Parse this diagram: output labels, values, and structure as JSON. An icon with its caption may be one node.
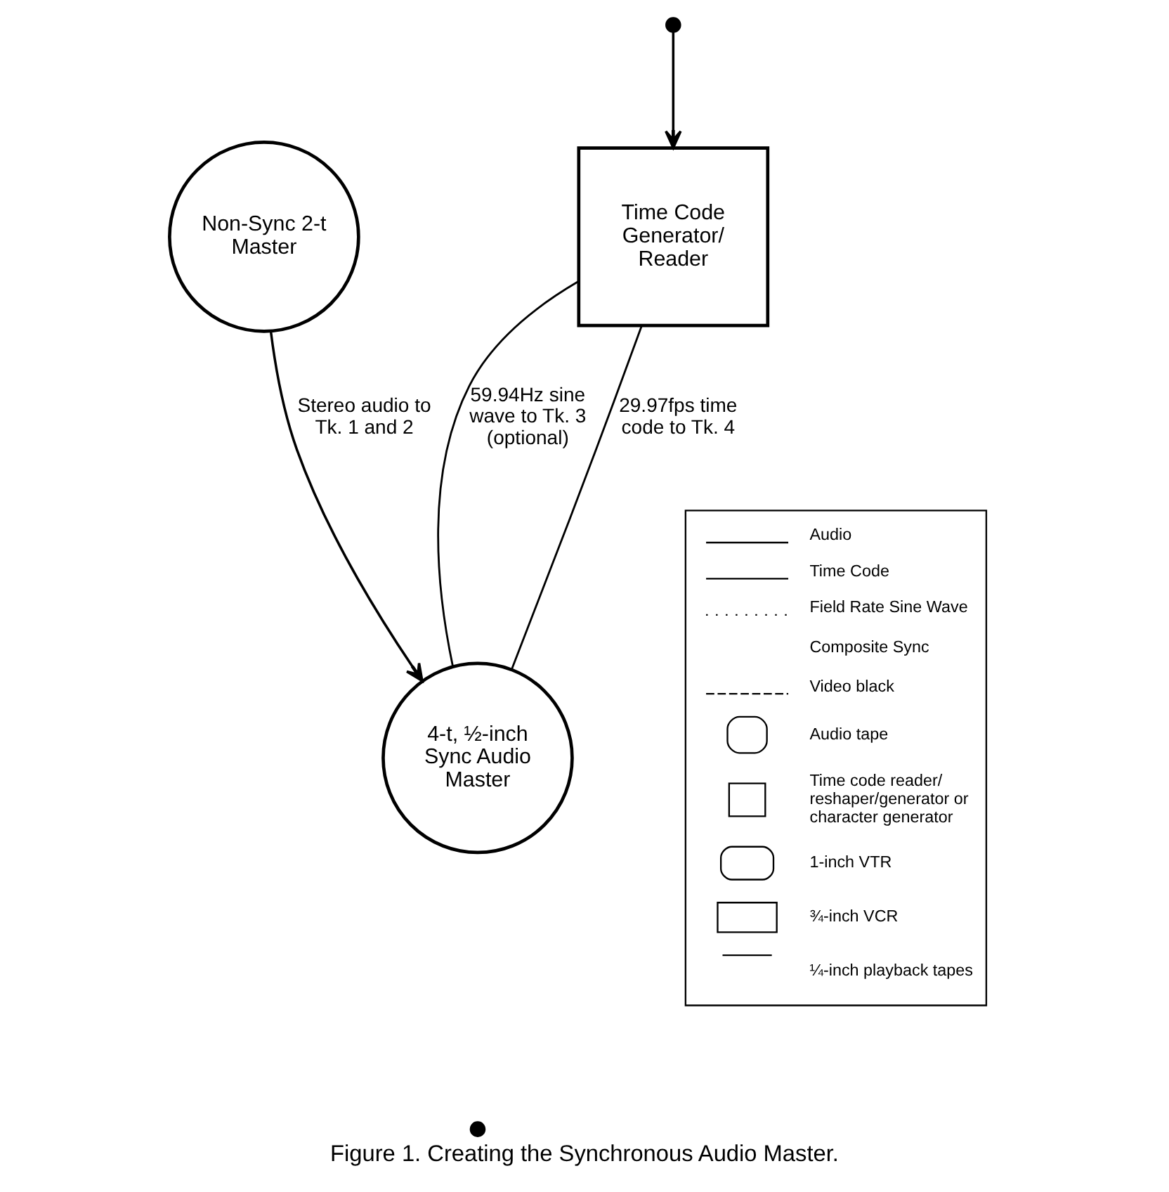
{
  "diagram": {
    "caption": "Figure 1. Creating the Synchronous Audio Master.",
    "nodes": [
      {
        "text": [
          "Non-Sync 2-t Master"
        ]
      },
      {
        "text": [
          "Time Code Generator/ Reader"
        ]
      },
      {
        "text": [
          "4-t, ½-inch Sync Audio Master"
        ]
      },
      {
        "text": [],
        "shape": "cross"
      },
      {
        "text": [],
        "shape": "cross"
      }
    ],
    "edges": [
      {
        "from": 3,
        "to": 1,
        "arrow": "to"
      },
      {
        "from": 0,
        "to": 2,
        "arrow": "to",
        "label": "Stereo audio to Tk. 1 and 2"
      },
      {
        "from": 1,
        "to": 2,
        "arrow": "none",
        "label": "59.94Hz sine wave to Tk. 3 (optional)"
      },
      {
        "from": 1,
        "to": 2,
        "arrow": "none",
        "label": "29.97fps time code to Tk. 4"
      }
    ],
    "legend": [
      {
        "text": "Audio"
      },
      {
        "text": "Time Code"
      },
      {
        "text": "Field Rate Sine Wave"
      },
      {
        "text": "Composite Sync"
      },
      {
        "text": "Video black"
      },
      {
        "text": "Audio tape"
      },
      {
        "text": "Time code reader/ reshaper/generator or character generator"
      },
      {
        "text": "1-inch VTR"
      },
      {
        "text": "¾-inch VCR"
      },
      {
        "text": "¼-inch playback tapes"
      }
    ]
  }
}
